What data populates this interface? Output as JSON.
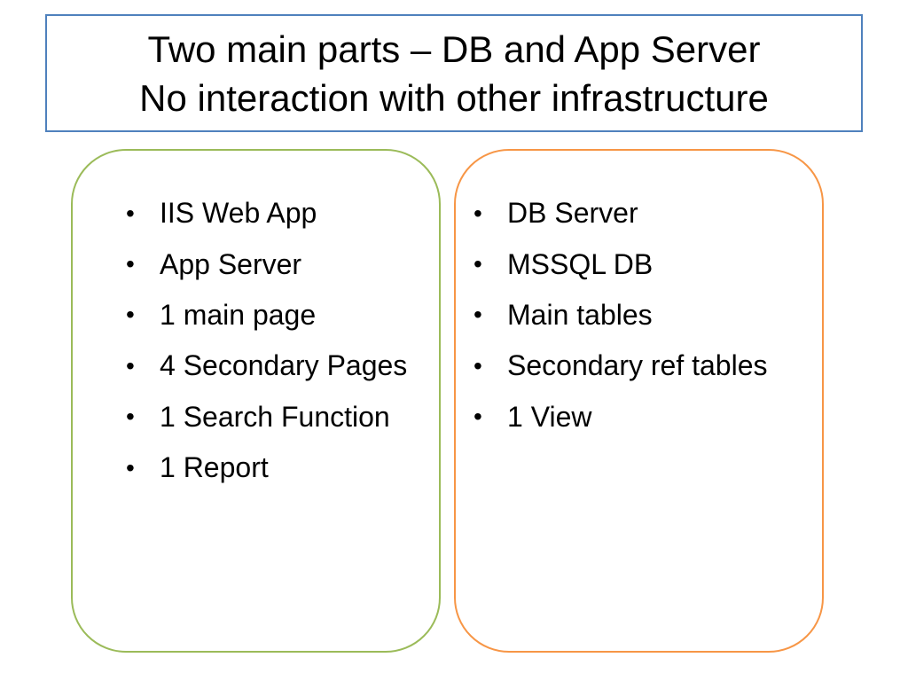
{
  "title": {
    "line1": "Two main parts – DB and App Server",
    "line2": "No interaction with other infrastructure"
  },
  "colors": {
    "title_border": "#4f81bd",
    "left_panel_border": "#9bbb59",
    "right_panel_border": "#f79646"
  },
  "left_panel": {
    "items": [
      "IIS Web App",
      "App Server",
      "1 main page",
      "4 Secondary Pages",
      "1 Search Function",
      "1 Report"
    ]
  },
  "right_panel": {
    "items": [
      "DB Server",
      "MSSQL DB",
      "Main tables",
      "Secondary ref tables",
      "1 View"
    ]
  },
  "bullet_glyph": "•"
}
